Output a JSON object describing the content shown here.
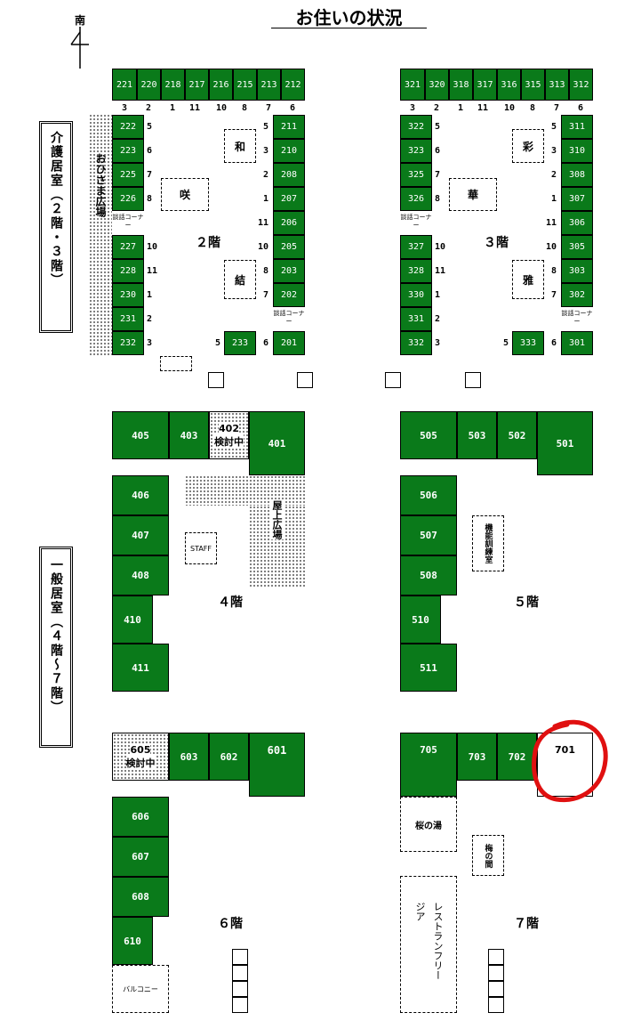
{
  "title": "お住いの状況",
  "compass_label": "南",
  "legend_left_top": "介護居室（２階・３階）",
  "legend_left_bottom": "一般居室（４階〜７階）",
  "floor_labels": [
    "２階",
    "３階",
    "４階",
    "５階",
    "６階",
    "７階"
  ],
  "f2": {
    "top_rooms": [
      "221",
      "220",
      "218",
      "217",
      "216",
      "215",
      "213",
      "212"
    ],
    "top_rooms_seats": [
      "3",
      "2",
      "1",
      "11",
      "10",
      "8",
      "7",
      "6"
    ],
    "left_rooms": [
      "222",
      "223",
      "225",
      "226",
      "227",
      "228",
      "230",
      "231",
      "232"
    ],
    "left_rooms_seats": [
      "5",
      "6",
      "7",
      "8",
      "10",
      "11",
      "1",
      "2",
      "3"
    ],
    "right_rooms": [
      "211",
      "210",
      "208",
      "207",
      "206",
      "205",
      "203",
      "202",
      "201"
    ],
    "right_rooms_seats": [
      "5",
      "3",
      "2",
      "1",
      "11",
      "10",
      "8",
      "7",
      "6"
    ],
    "extra_room": "233",
    "extra_room_seat": "5",
    "units": [
      "和",
      "咲",
      "結"
    ],
    "plaza": "おひさま広場",
    "talk_corner": "談話コーナー"
  },
  "f3": {
    "top_rooms": [
      "321",
      "320",
      "318",
      "317",
      "316",
      "315",
      "313",
      "312"
    ],
    "top_rooms_seats": [
      "3",
      "2",
      "1",
      "11",
      "10",
      "8",
      "7",
      "6"
    ],
    "left_rooms": [
      "322",
      "323",
      "325",
      "326",
      "327",
      "328",
      "330",
      "331",
      "332"
    ],
    "left_rooms_seats": [
      "5",
      "6",
      "7",
      "8",
      "10",
      "11",
      "1",
      "2",
      "3"
    ],
    "right_rooms": [
      "311",
      "310",
      "308",
      "307",
      "306",
      "305",
      "303",
      "302",
      "301"
    ],
    "right_rooms_seats": [
      "5",
      "3",
      "2",
      "1",
      "11",
      "10",
      "8",
      "7",
      "6"
    ],
    "extra_room": "333",
    "extra_room_seat": "5",
    "units": [
      "彩",
      "華",
      "雅"
    ],
    "talk_corner": "談話コーナー"
  },
  "f4": {
    "rooms": [
      "405",
      "403",
      "402",
      "401",
      "406",
      "407",
      "408",
      "410",
      "411"
    ],
    "pending": "検討中",
    "staff": "STAFF",
    "rooftop": "屋上広場"
  },
  "f5": {
    "rooms": [
      "505",
      "503",
      "502",
      "501",
      "506",
      "507",
      "508",
      "510",
      "511"
    ],
    "training": "機能訓練室"
  },
  "f6": {
    "rooms": [
      "605",
      "603",
      "602",
      "601",
      "606",
      "607",
      "608",
      "610"
    ],
    "pending": "検討中",
    "balcony": "バルコニー"
  },
  "f7": {
    "rooms": [
      "705",
      "703",
      "702",
      "701"
    ],
    "bath": "桜の湯",
    "room_ume": "梅の間",
    "restaurant": "レストランフリージア"
  },
  "colors": {
    "room_green": "#0a7a1a",
    "highlight_red": "#e01010"
  }
}
